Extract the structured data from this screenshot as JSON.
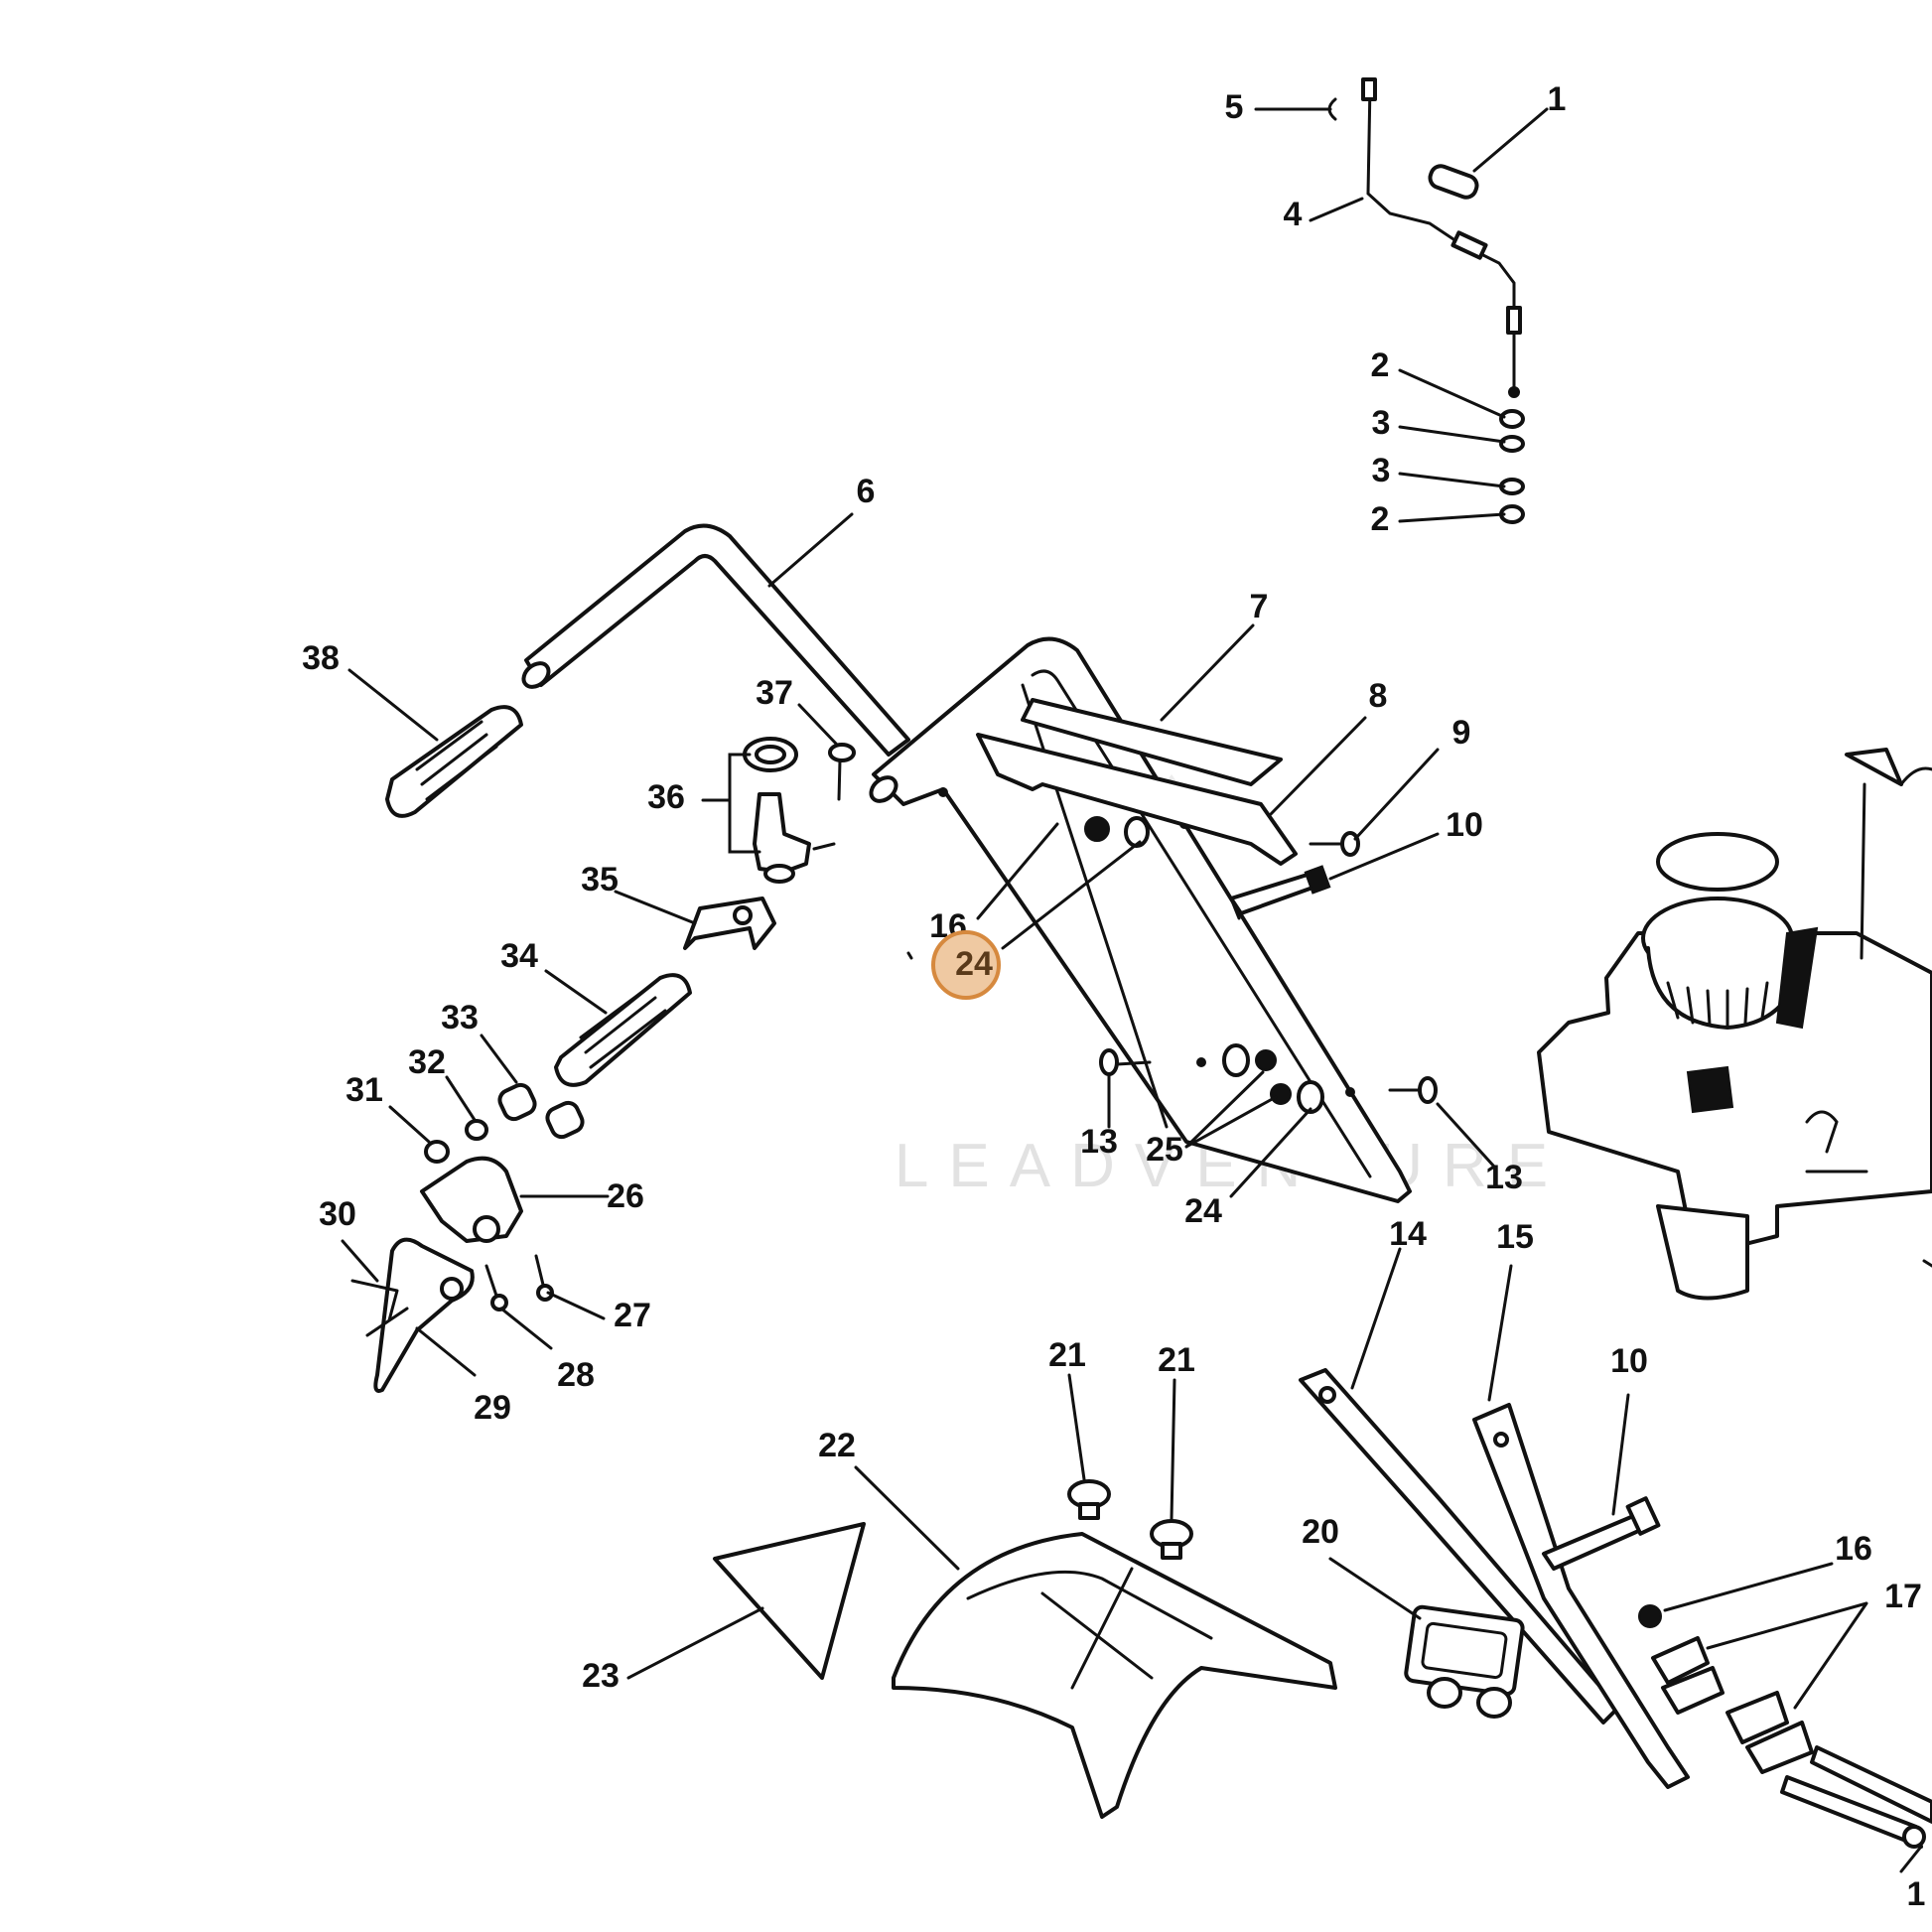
{
  "watermark": "LEADVENTURE",
  "highlight": {
    "label": "24",
    "fill": "#efc9a2",
    "stroke": "#d6893e"
  },
  "callouts": [
    {
      "id": "c1",
      "text": "1"
    },
    {
      "id": "c2a",
      "text": "2"
    },
    {
      "id": "c3a",
      "text": "3"
    },
    {
      "id": "c3b",
      "text": "3"
    },
    {
      "id": "c2b",
      "text": "2"
    },
    {
      "id": "c4",
      "text": "4"
    },
    {
      "id": "c5",
      "text": "5"
    },
    {
      "id": "c6",
      "text": "6"
    },
    {
      "id": "c7",
      "text": "7"
    },
    {
      "id": "c8",
      "text": "8"
    },
    {
      "id": "c9",
      "text": "9"
    },
    {
      "id": "c10a",
      "text": "10"
    },
    {
      "id": "c10b",
      "text": "10"
    },
    {
      "id": "c13a",
      "text": "13"
    },
    {
      "id": "c13b",
      "text": "13"
    },
    {
      "id": "c14",
      "text": "14"
    },
    {
      "id": "c15",
      "text": "15"
    },
    {
      "id": "c16a",
      "text": "16"
    },
    {
      "id": "c16b",
      "text": "16"
    },
    {
      "id": "c17",
      "text": "17"
    },
    {
      "id": "c20",
      "text": "20"
    },
    {
      "id": "c21a",
      "text": "21"
    },
    {
      "id": "c21b",
      "text": "21"
    },
    {
      "id": "c22",
      "text": "22"
    },
    {
      "id": "c23",
      "text": "23"
    },
    {
      "id": "c24b",
      "text": "24"
    },
    {
      "id": "c25",
      "text": "25"
    },
    {
      "id": "c26",
      "text": "26"
    },
    {
      "id": "c27",
      "text": "27"
    },
    {
      "id": "c28",
      "text": "28"
    },
    {
      "id": "c29",
      "text": "29"
    },
    {
      "id": "c30",
      "text": "30"
    },
    {
      "id": "c31",
      "text": "31"
    },
    {
      "id": "c32",
      "text": "32"
    },
    {
      "id": "c33",
      "text": "33"
    },
    {
      "id": "c34",
      "text": "34"
    },
    {
      "id": "c35",
      "text": "35"
    },
    {
      "id": "c36",
      "text": "36"
    },
    {
      "id": "c37",
      "text": "37"
    },
    {
      "id": "c38",
      "text": "38"
    },
    {
      "id": "c1e",
      "text": "1"
    }
  ]
}
